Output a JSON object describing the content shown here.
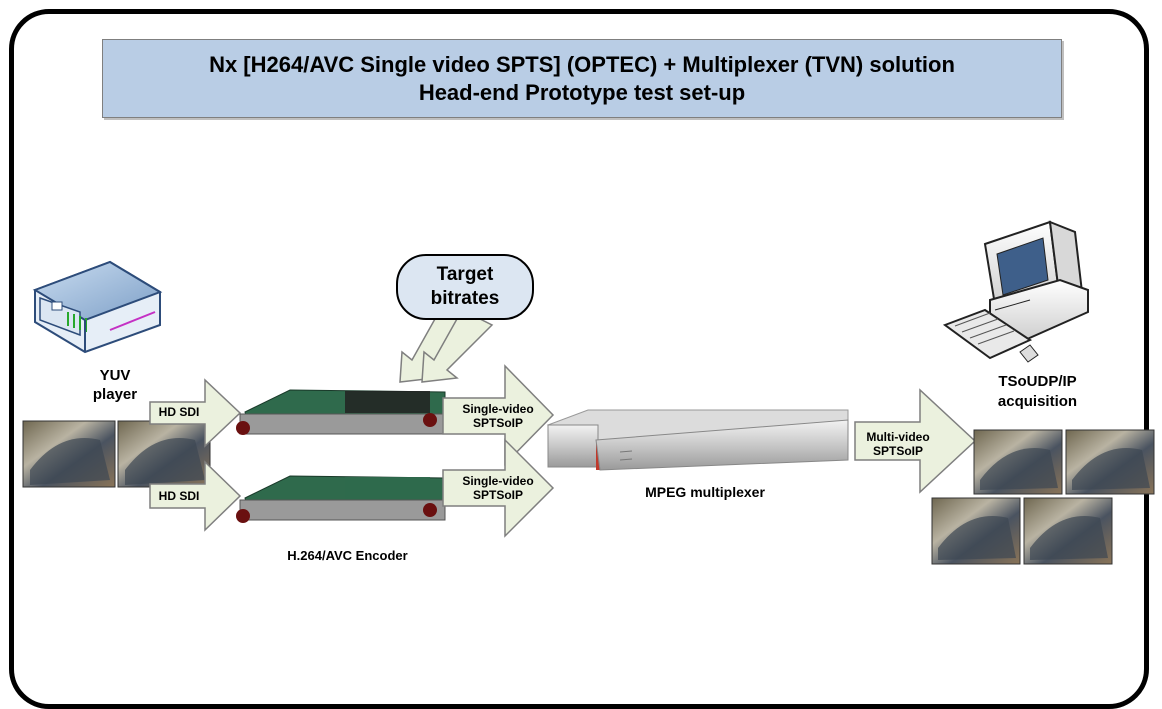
{
  "title": {
    "line1": "Nx [H264/AVC Single video SPTS] (OPTEC) + Multiplexer (TVN) solution",
    "line2": "Head-end Prototype test set-up"
  },
  "callout": {
    "line1": "Target",
    "line2": "bitrates"
  },
  "yuv_player": {
    "line1": "YUV",
    "line2": "player"
  },
  "hd_sdi_1": "HD SDI",
  "hd_sdi_2": "HD SDI",
  "encoder_label": "H.264/AVC Encoder",
  "single_video_1": {
    "line1": "Single-video",
    "line2": "SPTSoIP"
  },
  "single_video_2": {
    "line1": "Single-video",
    "line2": "SPTSoIP"
  },
  "multiplexer_label": "MPEG multiplexer",
  "multi_video": {
    "line1": "Multi-video",
    "line2": "SPTSoIP"
  },
  "acquisition": {
    "line1": "TSoUDP/IP",
    "line2": "acquisition"
  },
  "colors": {
    "title_bg": "#b9cde5",
    "arrow_fill": "#ebf1de",
    "callout_bg": "#dce6f2"
  }
}
